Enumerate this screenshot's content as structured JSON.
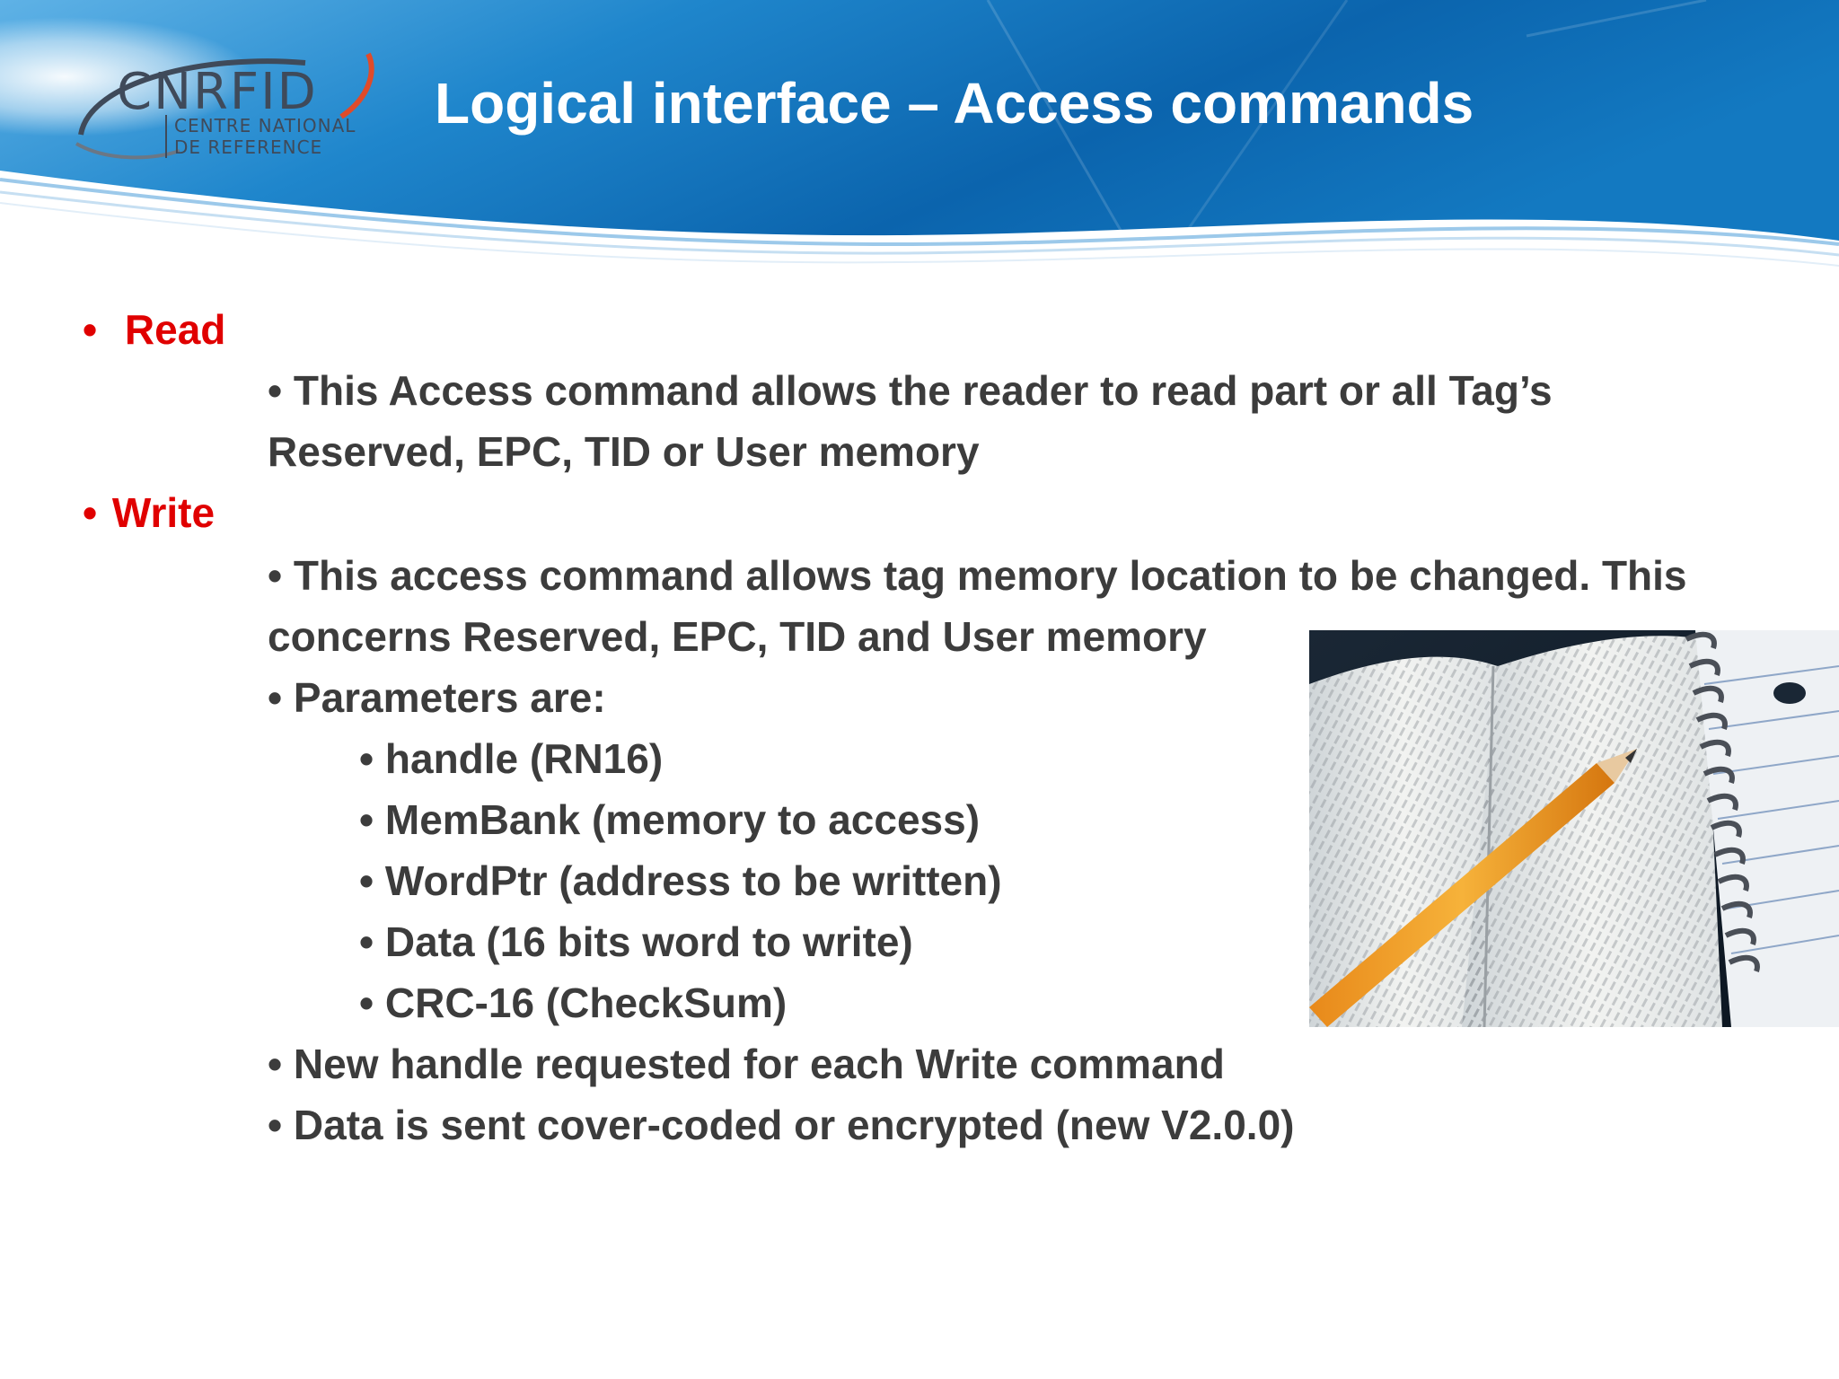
{
  "slide": {
    "title": "Logical interface – Access commands",
    "logo": {
      "name": "CNRFID",
      "subtitle_line1": "CENTRE NATIONAL",
      "subtitle_line2": "DE REFERENCE"
    },
    "bullets": {
      "read": {
        "marker": "•",
        "label": "Read",
        "desc_line1": "• This Access command allows the reader to read part or all Tag’s",
        "desc_line2": "Reserved, EPC, TID or User memory"
      },
      "write": {
        "marker": "•",
        "label": "Write",
        "desc_line1": "• This access command allows tag memory location to be changed. This",
        "desc_line2": "concerns Reserved, EPC, TID and User memory",
        "params_intro": "• Parameters are:",
        "params": [
          "• handle (RN16)",
          "• MemBank (memory to access)",
          "• WordPtr (address to be written)",
          "• Data (16 bits word to write)",
          "• CRC-16 (CheckSum)"
        ],
        "note1": "• New handle requested for each Write command",
        "note2": "• Data is sent cover-coded or encrypted (new V2.0.0)"
      }
    },
    "colors": {
      "accent_red": "#e00000",
      "body_text": "#3c3c3c",
      "header_blue": "#0f6fb5"
    }
  }
}
